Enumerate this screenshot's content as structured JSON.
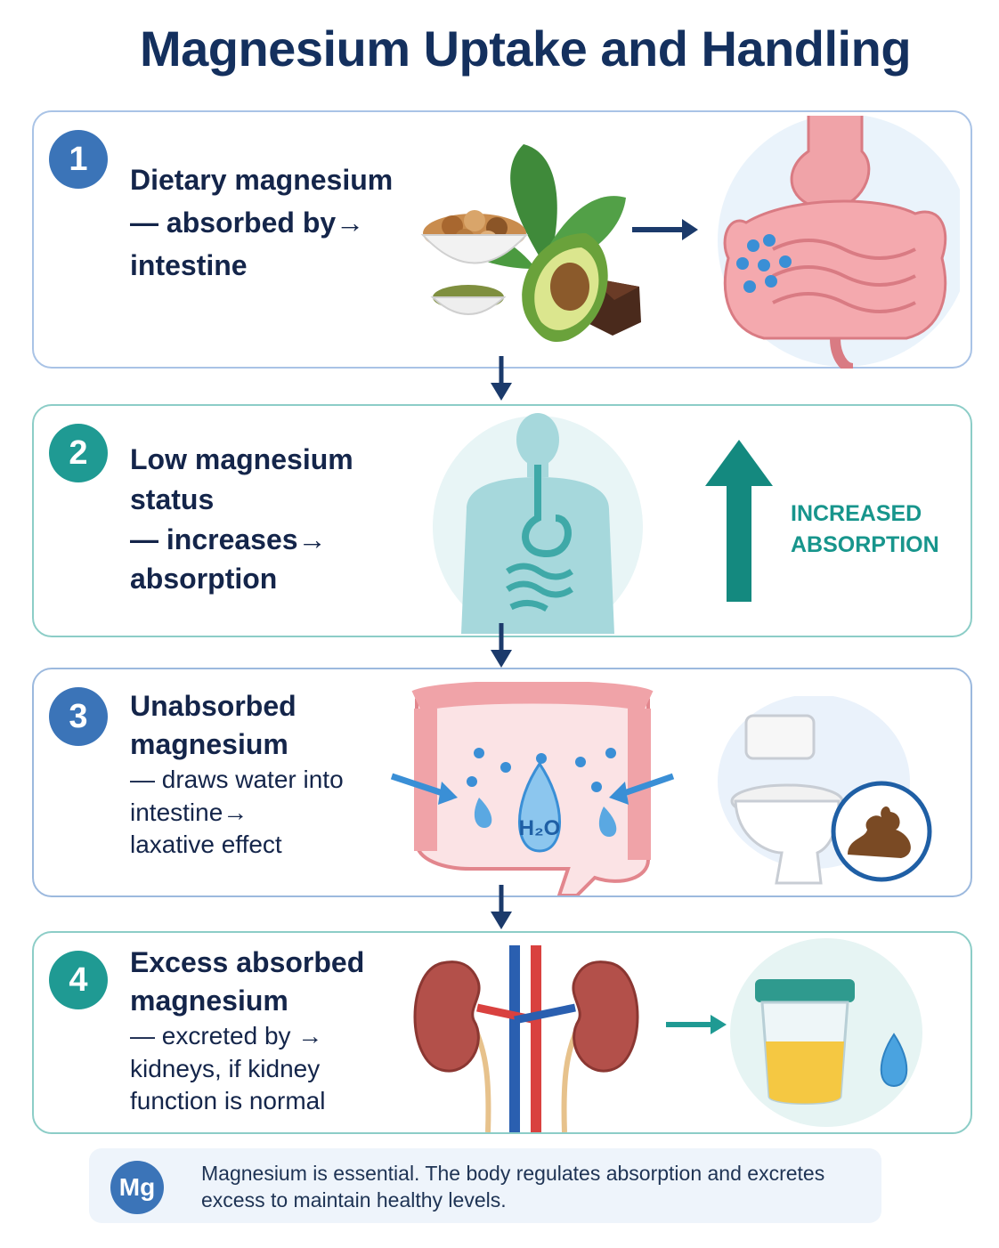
{
  "title": "Magnesium Uptake and Handling",
  "steps": [
    {
      "number": "1",
      "lines": [
        "Dietary magnesium",
        "— absorbed by→",
        "intestine"
      ]
    },
    {
      "number": "2",
      "lines": [
        "Low magnesium",
        "status",
        "— increases→",
        "absorption"
      ],
      "label_lines": [
        "INCREASED",
        "ABSORPTION"
      ]
    },
    {
      "number": "3",
      "lines": [
        "Unabsorbed",
        "magnesium"
      ],
      "sub_lines": [
        "— draws water into",
        "intestine→",
        "laxative effect"
      ],
      "water_label": "H₂O"
    },
    {
      "number": "4",
      "lines": [
        "Excess absorbed",
        "magnesium"
      ],
      "sub_lines": [
        "— excreted by →",
        "kidneys, if kidney",
        "function is normal"
      ]
    }
  ],
  "footer": {
    "badge": "Mg",
    "text": "Magnesium is essential. The body regulates absorption and excretes excess to maintain healthy levels."
  },
  "colors": {
    "navy": "#14305e",
    "blue": "#3b74b8",
    "teal": "#1f9a93"
  }
}
